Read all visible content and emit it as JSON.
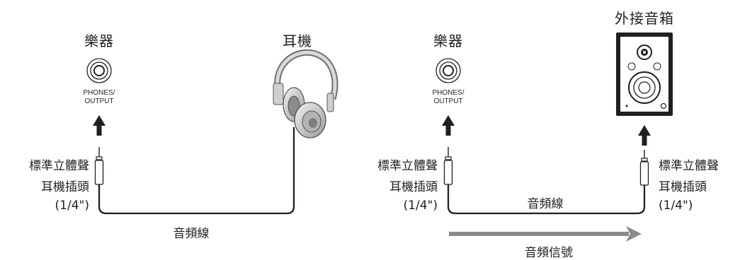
{
  "left_diagram": {
    "instrument_label": "樂器",
    "headphones_label": "耳機",
    "jack_label_line1": "PHONES/",
    "jack_label_line2": "OUTPUT",
    "plug_label_line1": "標準立體聲",
    "plug_label_line2": "耳機插頭",
    "plug_label_line3": "(1/4\")",
    "cable_label": "音頻線"
  },
  "right_diagram": {
    "instrument_label": "樂器",
    "speaker_label": "外接音箱",
    "jack_label_line1": "PHONES/",
    "jack_label_line2": "OUTPUT",
    "plug_left_line1": "標準立體聲",
    "plug_left_line2": "耳機插頭",
    "plug_left_line3": "(1/4\")",
    "plug_right_line1": "標準立體聲",
    "plug_right_line2": "耳機插頭",
    "plug_right_line3": "(1/4\")",
    "cable_label": "音頻線",
    "signal_label": "音頻信號"
  },
  "colors": {
    "ink": "#231f20",
    "signal_arrow": "#8a8a8a",
    "device_gray": "#bdbdbd"
  }
}
